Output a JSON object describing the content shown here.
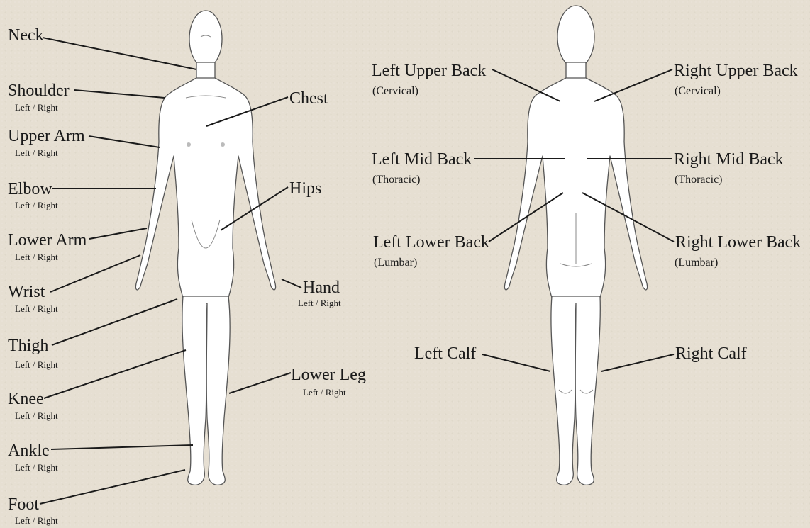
{
  "front": {
    "neck": {
      "label": "Neck"
    },
    "shoulder": {
      "label": "Shoulder",
      "sub": "Left / Right"
    },
    "upper_arm": {
      "label": "Upper Arm",
      "sub": "Left / Right"
    },
    "elbow": {
      "label": "Elbow",
      "sub": "Left / Right"
    },
    "lower_arm": {
      "label": "Lower Arm",
      "sub": "Left / Right"
    },
    "wrist": {
      "label": "Wrist",
      "sub": "Left / Right"
    },
    "thigh": {
      "label": "Thigh",
      "sub": "Left / Right"
    },
    "knee": {
      "label": "Knee",
      "sub": "Left / Right"
    },
    "ankle": {
      "label": "Ankle",
      "sub": "Left / Right"
    },
    "foot": {
      "label": "Foot",
      "sub": "Left / Right"
    },
    "chest": {
      "label": "Chest"
    },
    "hips": {
      "label": "Hips"
    },
    "hand": {
      "label": "Hand",
      "sub": "Left / Right"
    },
    "lower_leg": {
      "label": "Lower Leg",
      "sub": "Left / Right"
    }
  },
  "back": {
    "left_upper_back": {
      "label": "Left Upper Back",
      "sub": "(Cervical)"
    },
    "right_upper_back": {
      "label": "Right Upper Back",
      "sub": "(Cervical)"
    },
    "left_mid_back": {
      "label": "Left Mid Back",
      "sub": "(Thoracic)"
    },
    "right_mid_back": {
      "label": "Right Mid Back",
      "sub": "(Thoracic)"
    },
    "left_lower_back": {
      "label": "Left Lower Back",
      "sub": "(Lumbar)"
    },
    "right_lower_back": {
      "label": "Right Lower Back",
      "sub": "(Lumbar)"
    },
    "left_calf": {
      "label": "Left Calf"
    },
    "right_calf": {
      "label": "Right Calf"
    }
  }
}
